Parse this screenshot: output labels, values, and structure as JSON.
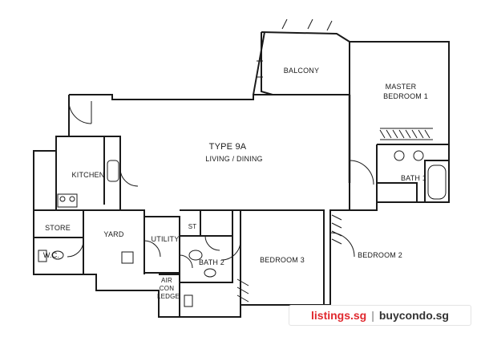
{
  "plan": {
    "type_title": "TYPE 9A",
    "type_subtitle": "LIVING / DINING",
    "rooms": {
      "balcony": "BALCONY",
      "master_line1": "MASTER",
      "master_line2": "BEDROOM 1",
      "kitchen": "KITCHEN",
      "bath1": "BATH 1",
      "store": "STORE",
      "yard": "YARD",
      "utility": "UTILITY",
      "st": "ST",
      "bath2": "BATH 2",
      "wc": "W.C.",
      "bedroom3": "BEDROOM 3",
      "bedroom2": "BEDROOM 2",
      "aircon_line1": "AIR",
      "aircon_line2": "CON",
      "aircon_line3": "LEDGE"
    }
  },
  "watermark": {
    "site1": "listings.sg",
    "separator": "|",
    "site2": "buycondo.sg"
  },
  "colors": {
    "wall": "#1a1a1a",
    "watermark_red": "#e0282e",
    "watermark_dark": "#333333"
  }
}
